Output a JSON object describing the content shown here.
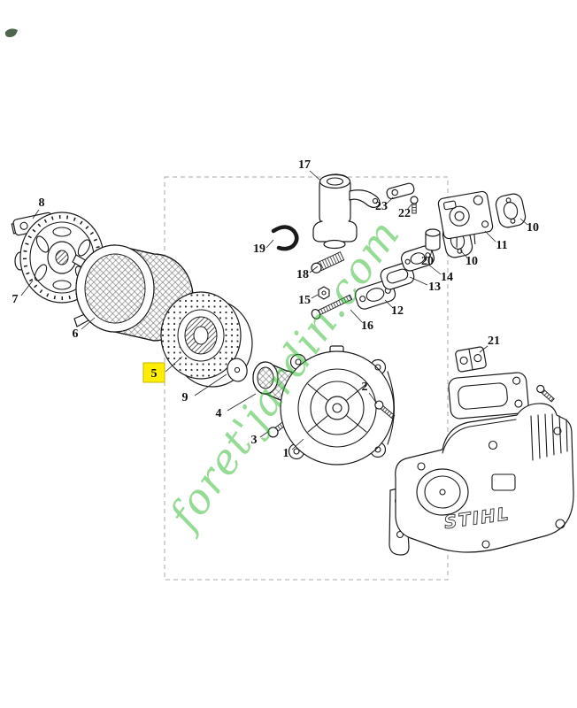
{
  "watermark": {
    "text": "foret'jardin.com",
    "color": "#2eb82e"
  },
  "crankcase": {
    "logo_text": "STIHL"
  },
  "highlight": {
    "part_number": "5",
    "box_color": "#ffee00",
    "border_color": "#c8b400"
  },
  "labels": {
    "l1": "1",
    "l2": "2",
    "l3": "3",
    "l4": "4",
    "l5": "5",
    "l6": "6",
    "l7": "7",
    "l8": "8",
    "l9": "9",
    "l10a": "10",
    "l10b": "10",
    "l11": "11",
    "l12": "12",
    "l13": "13",
    "l14": "14",
    "l15": "15",
    "l16": "16",
    "l17": "17",
    "l18": "18",
    "l19": "19",
    "l20": "20",
    "l21": "21",
    "l22": "22",
    "l23": "23"
  }
}
